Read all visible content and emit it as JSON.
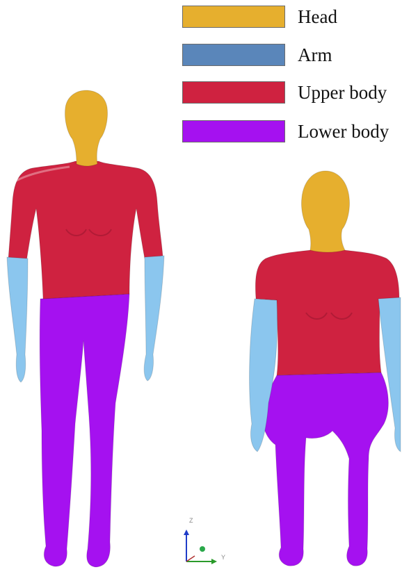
{
  "legend": [
    {
      "label": "Head",
      "color": "#E6AF2E"
    },
    {
      "label": "Arm",
      "color": "#5A86BA"
    },
    {
      "label": "Upper body",
      "color": "#CF2240"
    },
    {
      "label": "Lower body",
      "color": "#A511F0"
    }
  ],
  "figure_colors": {
    "head": "#E6AF2E",
    "arm": "#8BC6EE",
    "upper_body": "#CF2240",
    "lower_body": "#A511F0"
  },
  "axes": {
    "z_label": "Z",
    "y_label": "Y"
  }
}
